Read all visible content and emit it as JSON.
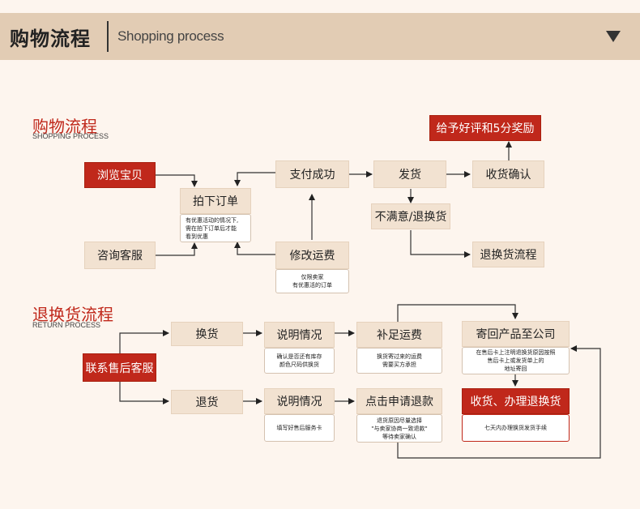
{
  "header": {
    "title_cn": "购物流程",
    "title_en": "Shopping process"
  },
  "shopping": {
    "title_cn": "购物流程",
    "title_en": "SHOPPING PROCESS",
    "browse": "浏览宝贝",
    "consult": "咨询客服",
    "order": "拍下订单",
    "order_note_1": "有优惠活动的情况下,",
    "order_note_2": "需在拍下订单后才能",
    "order_note_3": "看到优惠",
    "pay": "支付成功",
    "modify": "修改运费",
    "modify_note_1": "仅限卖家",
    "modify_note_2": "有优惠活的订单",
    "ship": "发货",
    "receive": "收货确认",
    "reward": "给予好评和5分奖励",
    "unhappy": "不满意/退换货",
    "return_flow": "退换货流程"
  },
  "returns": {
    "title_cn": "退换货流程",
    "title_en": "RETURN PROCESS",
    "contact": "联系售后客服",
    "exchange": "换货",
    "refund": "退货",
    "explain_exchange": "说明情况",
    "explain_exchange_note_1": "确认是否还有库存",
    "explain_exchange_note_2": "颜色尺码供换货",
    "explain_refund": "说明情况",
    "explain_refund_note": "填写好售后服务卡",
    "shipping_fee": "补足运费",
    "shipping_fee_note_1": "换货寄过来的运费",
    "shipping_fee_note_2": "需要买方承担",
    "apply_refund": "点击申请退款",
    "apply_refund_note_1": "退货原因尽量选择",
    "apply_refund_note_2": "\"与卖家协商一致退款\"",
    "apply_refund_note_3": "等待卖家确认",
    "send_back": "寄回产品至公司",
    "send_back_note_1": "在售后卡上注明退换货原因按照",
    "send_back_note_2": "售后卡上或发货单上的",
    "send_back_note_3": "地址寄回",
    "receive_handle": "收货、办理退换货",
    "receive_handle_note": "七天内办理换货发货手续"
  },
  "colors": {
    "accent_red": "#c0281b",
    "box_beige": "#f2e2d1",
    "header_bg": "#e2ccb4",
    "page_bg": "#fdf5ee"
  }
}
